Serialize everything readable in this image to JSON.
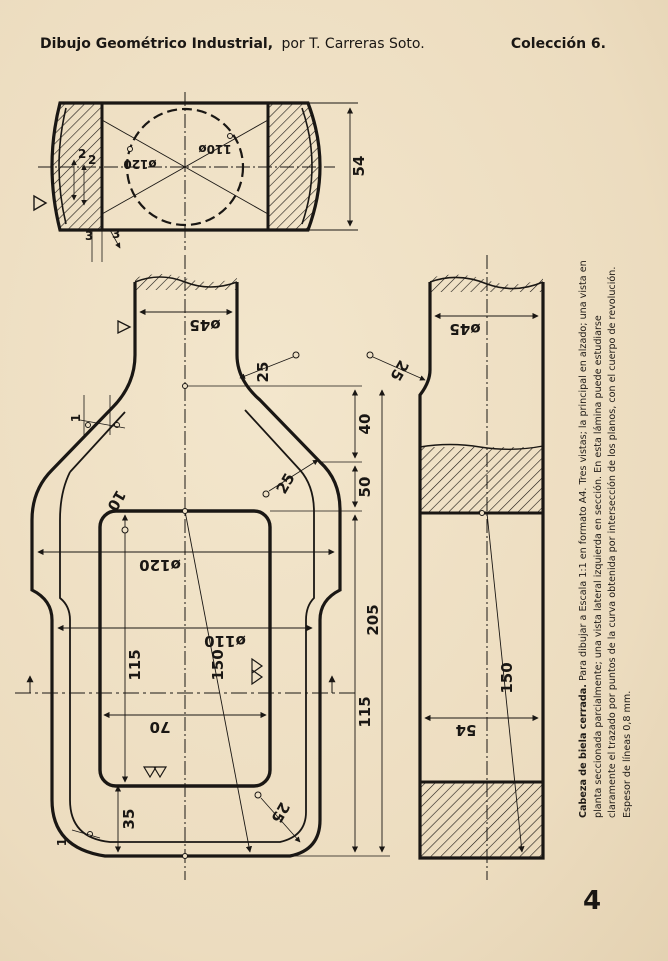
{
  "header": {
    "title": "Dibujo Geométrico Industrial,",
    "author": "por T. Carreras Soto.",
    "collection": "Colección 6."
  },
  "caption": {
    "lead": "Cabeza de biela cerrada.",
    "text": " Para dibujar a Escala 1:1 en formato A4. Tres vistas; la principal en alzado; una vista en planta seccionada parcialmente; una vista lateral izquierda en sección. En esta lámina puede estudiarse claramente el trazado por puntos de la curva obtenida por intersección de los planos, con el cuerpo de revolución. Espesor de líneas 0,8 mm."
  },
  "page_number": "4",
  "dimensions": {
    "d54_top": "54",
    "d120_top": "ø120",
    "d110_top": "110ø",
    "d2a": "2",
    "d2b": "2",
    "d3a": "3",
    "d3b": "3",
    "d45_front": "ø45",
    "d25_neck": "25",
    "d1_front": "1",
    "d40": "40",
    "d25_shoulder": "25",
    "d10": "10",
    "d50": "50",
    "d120_front": "ø120",
    "d205": "205",
    "d110_front": "ø110",
    "d115_left": "115",
    "d150_front": "150",
    "d115_right": "115",
    "d70": "70",
    "d35": "35",
    "d25_bottom": "25",
    "d1_bottom": "1",
    "d45_side": "ø45",
    "d25_side": "25",
    "d150_side": "150",
    "d54_side": "54"
  },
  "colors": {
    "paper": "#efe1c6",
    "ink": "#1a1714"
  }
}
